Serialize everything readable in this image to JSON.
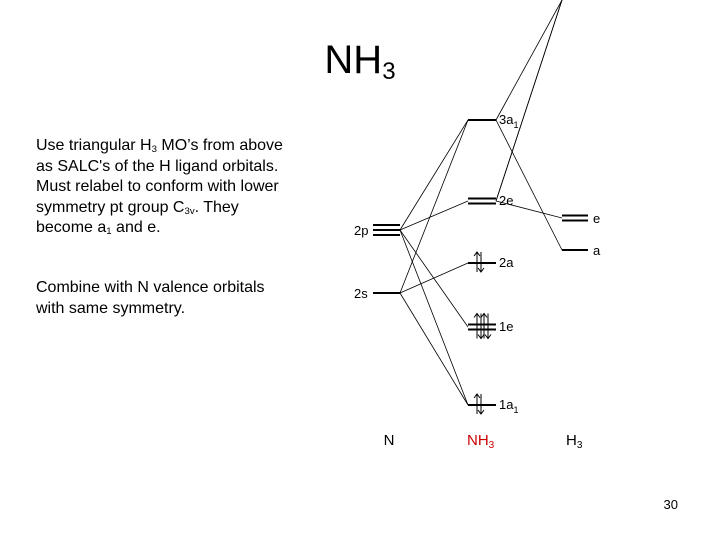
{
  "slide": {
    "title": {
      "main": "NH",
      "sub": "3"
    },
    "paragraph1": [
      {
        "t": "Use triangular H"
      },
      {
        "sub": "3"
      },
      {
        "t": " MO’s from above as SALC's of the H ligand orbitals. Must relabel to conform with lower symmetry pt group C"
      },
      {
        "sub": "3v"
      },
      {
        "t": ". They become a"
      },
      {
        "sub": "1"
      },
      {
        "t": " and e."
      }
    ],
    "paragraph2": [
      {
        "t": "Combine with N valence orbitals with same symmetry."
      }
    ],
    "page_number": "30"
  },
  "diagram": {
    "columns": {
      "left": "N",
      "center": "NH",
      "center_sub": "3",
      "right": "H",
      "right_sub": "3"
    },
    "n_levels": [
      {
        "label": "2p",
        "count": 3
      },
      {
        "label": "2s",
        "count": 1
      }
    ],
    "nh3_levels": [
      {
        "label": "3a",
        "sub": "1",
        "count": 1,
        "electrons": 0
      },
      {
        "label": "2e",
        "sub": "",
        "count": 2,
        "electrons": 0
      },
      {
        "label": "2a",
        "sub": "",
        "count": 1,
        "electrons": 2
      },
      {
        "label": "1e",
        "sub": "",
        "count": 2,
        "electrons": 4
      },
      {
        "label": "1a",
        "sub": "1",
        "count": 1,
        "electrons": 2
      }
    ],
    "h3_levels": [
      {
        "label": "e",
        "count": 2
      },
      {
        "label": "a",
        "count": 1
      }
    ],
    "colors": {
      "line": "#000000",
      "electron": "#000000",
      "nh3_label": "#cc0000"
    }
  }
}
